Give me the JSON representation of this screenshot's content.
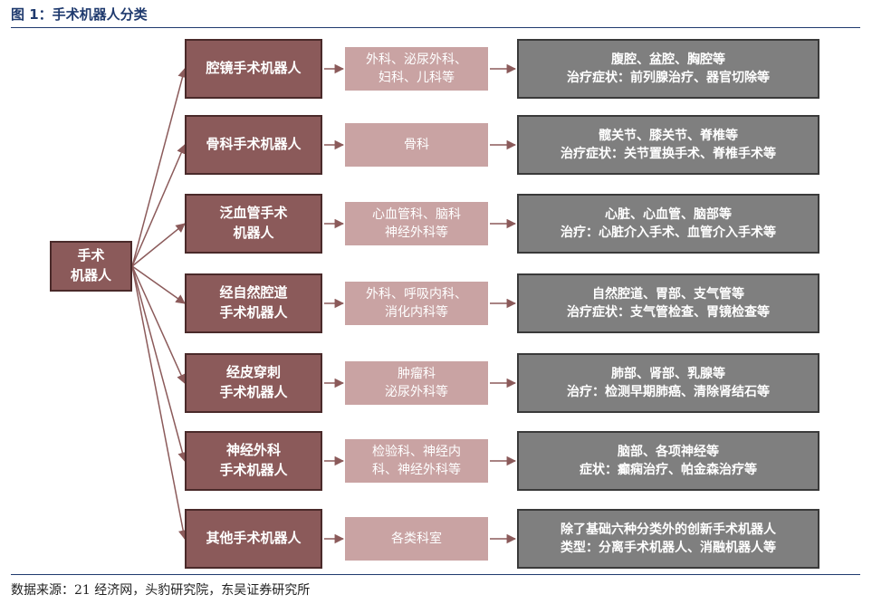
{
  "title": "图 1：手术机器人分类",
  "root": {
    "line1": "手术",
    "line2": "机器人"
  },
  "rows": [
    {
      "category": [
        "腔镜手术机器人"
      ],
      "department": [
        "外科、泌尿外科、",
        "妇科、儿科等"
      ],
      "description": [
        "腹腔、盆腔、胸腔等",
        "治疗症状：前列腺治疗、器官切除等"
      ]
    },
    {
      "category": [
        "骨科手术机器人"
      ],
      "department": [
        "骨科"
      ],
      "description": [
        "髋关节、膝关节、脊椎等",
        "治疗症状：关节置换手术、脊椎手术等"
      ]
    },
    {
      "category": [
        "泛血管手术",
        "机器人"
      ],
      "department": [
        "心血管科、脑科",
        "神经外科等"
      ],
      "description": [
        "心脏、心血管、脑部等",
        "治疗：心脏介入手术、血管介入手术等"
      ]
    },
    {
      "category": [
        "经自然腔道",
        "手术机器人"
      ],
      "department": [
        "外科、呼吸内科、",
        "消化内科等"
      ],
      "description": [
        "自然腔道、胃部、支气管等",
        "治疗症状：支气管检查、胃镜检查等"
      ]
    },
    {
      "category": [
        "经皮穿刺",
        "手术机器人"
      ],
      "department": [
        "肿瘤科",
        "泌尿外科等"
      ],
      "description": [
        "肺部、肾部、乳腺等",
        "治疗：检测早期肺癌、清除肾结石等"
      ]
    },
    {
      "category": [
        "神经外科",
        "手术机器人"
      ],
      "department": [
        "检验科、神经内",
        "科、神经外科等"
      ],
      "description": [
        "脑部、各项神经等",
        "症状：癫痫治疗、帕金森治疗等"
      ]
    },
    {
      "category": [
        "其他手术机器人"
      ],
      "department": [
        "各类科室"
      ],
      "description": [
        "除了基础六种分类外的创新手术机器人",
        "类型：分离手术机器人、消融机器人等"
      ]
    }
  ],
  "source": "数据来源：21 经济网，头豹研究院，东吴证券研究所"
}
